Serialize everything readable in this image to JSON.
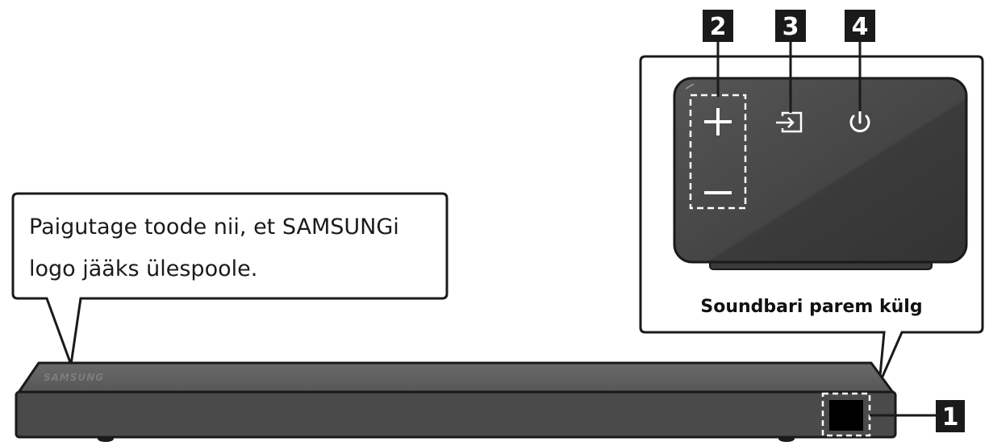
{
  "callout": {
    "line1": "Paigutage toode nii, et SAMSUNGi",
    "line2": "logo jääks ülespoole."
  },
  "soundbar": {
    "logo": "SAMSUNG"
  },
  "side_panel": {
    "caption": "Soundbari parem külg"
  },
  "badges": {
    "b1": "1",
    "b2": "2",
    "b3": "3",
    "b4": "4"
  },
  "colors": {
    "body_dark": "#4a4a4a",
    "outline": "#1a1a1a",
    "badge": "#1a1a1a"
  }
}
